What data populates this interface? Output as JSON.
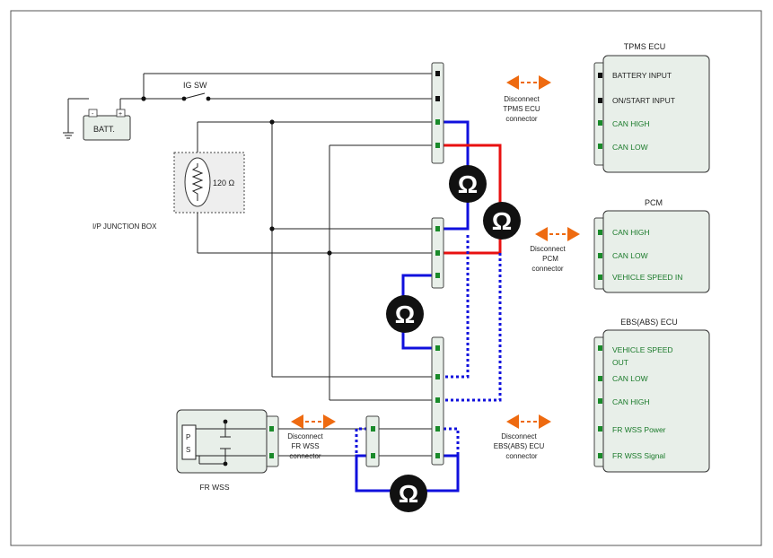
{
  "battery": {
    "label": "BATT.",
    "neg": "-",
    "pos": "+"
  },
  "ig_sw": "IG SW",
  "junction_box": {
    "label": "I/P JUNCTION BOX",
    "resistor": "120  Ω"
  },
  "tpms": {
    "title": "TPMS ECU",
    "pins": [
      "BATTERY INPUT",
      "ON/START INPUT",
      "CAN HIGH",
      "CAN LOW"
    ],
    "disconnect": [
      "Disconnect",
      "TPMS ECU",
      "connector"
    ]
  },
  "pcm": {
    "title": "PCM",
    "pins": [
      "CAN HIGH",
      "CAN LOW",
      "VEHICLE SPEED IN"
    ],
    "disconnect": [
      "Disconnect",
      "PCM",
      "connector"
    ]
  },
  "ebs": {
    "title": "EBS(ABS) ECU",
    "pins": [
      "VEHICLE SPEED",
      "OUT",
      "CAN LOW",
      "CAN HIGH",
      "FR WSS Power",
      "FR WSS Signal"
    ],
    "disconnect": [
      "Disconnect",
      "EBS(ABS) ECU",
      "connector"
    ]
  },
  "fr_wss": {
    "title": "FR WSS",
    "sensor": [
      "P",
      "S"
    ],
    "disconnect": [
      "Disconnect",
      "FR WSS",
      "connector"
    ]
  },
  "meter_symbol": "Ω",
  "colors": {
    "can_high": "#1010dd",
    "can_low": "#e81010",
    "pin_green": "#1a8a2a",
    "pin_black": "#111111",
    "arrow": "#ee6a10",
    "green_text": "#1a7a2a",
    "box_fill": "#e8efe9"
  }
}
